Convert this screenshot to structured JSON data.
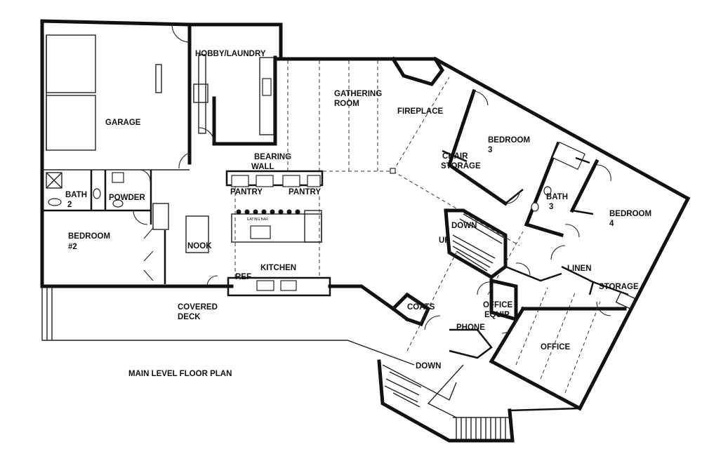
{
  "plan_title": "MAIN LEVEL FLOOR PLAN",
  "rooms": {
    "garage": "GARAGE",
    "hobby_laundry": "HOBBY/LAUNDRY",
    "gathering_room_1": "GATHERING",
    "gathering_room_2": "ROOM",
    "fireplace": "FIREPLACE",
    "bedroom3_1": "BEDROOM",
    "bedroom3_2": "3",
    "chair_storage_1": "CHAIR",
    "chair_storage_2": "STORAGE",
    "bearing_wall_1": "BEARING",
    "bearing_wall_2": "WALL",
    "pantry_left": "PANTRY",
    "pantry_right": "PANTRY",
    "bath2_1": "BATH",
    "bath2_2": "2",
    "powder": "POWDER",
    "bedroom2_1": "BEDROOM",
    "bedroom2_2": "#2",
    "nook": "NOOK",
    "kitchen": "KITCHEN",
    "ref": "REF",
    "covered_deck_1": "COVERED",
    "covered_deck_2": "DECK",
    "bath3_1": "BATH",
    "bath3_2": "3",
    "bedroom4_1": "BEDROOM",
    "bedroom4_2": "4",
    "down_upper": "DOWN",
    "up": "UP",
    "linen": "LINEN",
    "storage": "STORAGE",
    "coats": "COATS",
    "office_equip_1": "OFFICE",
    "office_equip_2": "EQUIP.",
    "phone": "PHONE",
    "office": "OFFICE",
    "down_lower": "DOWN",
    "eating_bar": "EATING BAR"
  }
}
